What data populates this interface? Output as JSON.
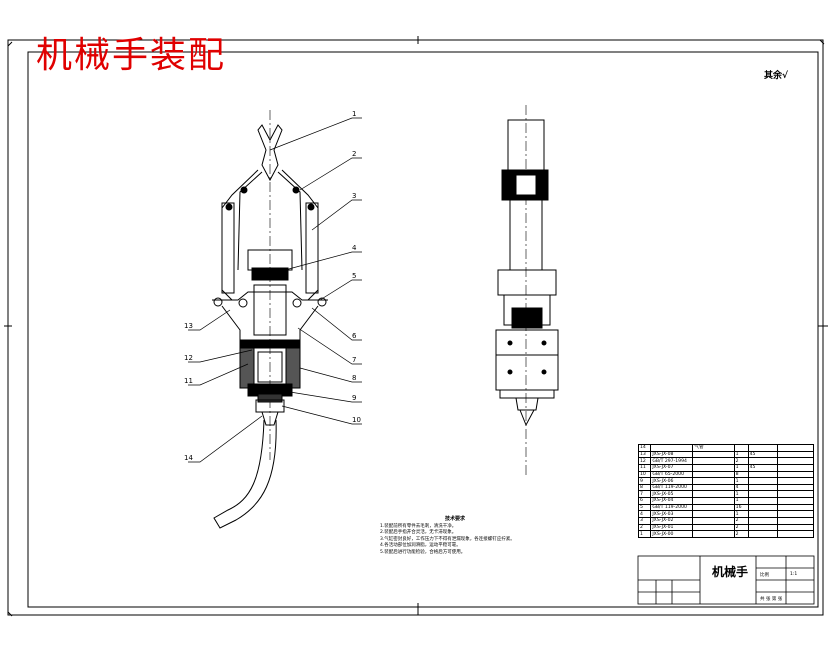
{
  "title": "机械手装配",
  "roughness_note": "其余√",
  "balloons": [
    "1",
    "2",
    "3",
    "4",
    "5",
    "6",
    "7",
    "8",
    "9",
    "10",
    "11",
    "12",
    "13",
    "14"
  ],
  "notes": {
    "heading": "技术要求",
    "lines": [
      "1.装配前所有零件去毛刺，清洗干净。",
      "2.装配后手指开合灵活，无卡滞现象。",
      "3.气缸密封良好，工作压力下不得有泄漏现象，各连接螺钉应拧紧。",
      "4.各活动部位加润滑脂，运动平稳可靠。",
      "5.装配后进行功能检验，合格后方可使用。"
    ]
  },
  "bom": [
    {
      "no": "14",
      "code": "",
      "name": "气管",
      "qty": "",
      "material": "",
      "note": ""
    },
    {
      "no": "13",
      "code": "JXS-JX-08",
      "name": "",
      "qty": "1",
      "material": "45",
      "note": ""
    },
    {
      "no": "12",
      "code": "GB/T 297-1994",
      "name": "",
      "qty": "2",
      "material": "",
      "note": ""
    },
    {
      "no": "11",
      "code": "JXS-JX-07",
      "name": "",
      "qty": "1",
      "material": "45",
      "note": ""
    },
    {
      "no": "10",
      "code": "GB/T 65-2000",
      "name": "",
      "qty": "8",
      "material": "",
      "note": ""
    },
    {
      "no": "9",
      "code": "JXS-JX-06",
      "name": "",
      "qty": "1",
      "material": "",
      "note": ""
    },
    {
      "no": "8",
      "code": "GB/T 119-2000",
      "name": "",
      "qty": "4",
      "material": "",
      "note": ""
    },
    {
      "no": "7",
      "code": "JXS-JX-05",
      "name": "",
      "qty": "1",
      "material": "",
      "note": ""
    },
    {
      "no": "6",
      "code": "JXS-JX-04",
      "name": "",
      "qty": "1",
      "material": "",
      "note": ""
    },
    {
      "no": "5",
      "code": "GB/T 119-2000",
      "name": "",
      "qty": "16",
      "material": "",
      "note": ""
    },
    {
      "no": "4",
      "code": "JXS-JX-03",
      "name": "",
      "qty": "1",
      "material": "",
      "note": ""
    },
    {
      "no": "3",
      "code": "JXS-JX-02",
      "name": "",
      "qty": "2",
      "material": "",
      "note": ""
    },
    {
      "no": "2",
      "code": "JXS-JX-01",
      "name": "",
      "qty": "2",
      "material": "",
      "note": ""
    },
    {
      "no": "1",
      "code": "JXS-JX-00",
      "name": "",
      "qty": "2",
      "material": "",
      "note": ""
    }
  ],
  "title_block": {
    "part_name": "机械手",
    "scale_label": "比例",
    "scale_value": "1:1",
    "sheet": "共 张 第 张"
  }
}
